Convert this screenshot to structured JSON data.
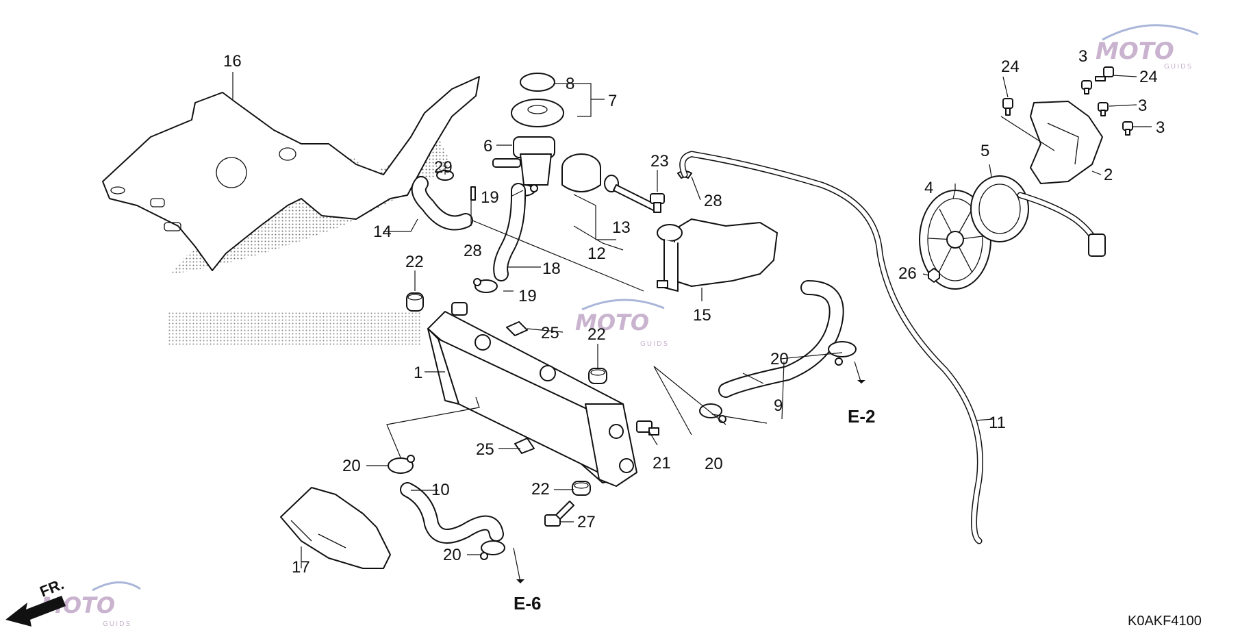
{
  "diagram": {
    "callouts": {
      "c1": "1",
      "c2": "2",
      "c3a": "3",
      "c3b": "3",
      "c3c": "3",
      "c4": "4",
      "c5": "5",
      "c6": "6",
      "c7": "7",
      "c8": "8",
      "c9": "9",
      "c10": "10",
      "c11": "11",
      "c12": "12",
      "c13": "13",
      "c14": "14",
      "c15": "15",
      "c16": "16",
      "c17": "17",
      "c18": "18",
      "c19a": "19",
      "c19b": "19",
      "c20a": "20",
      "c20b": "20",
      "c20c": "20",
      "c20d": "20",
      "c21": "21",
      "c22a": "22",
      "c22b": "22",
      "c22c": "22",
      "c23": "23",
      "c24a": "24",
      "c24b": "24",
      "c25a": "25",
      "c25b": "25",
      "c26": "26",
      "c27": "27",
      "c28a": "28",
      "c28b": "28",
      "c29": "29"
    },
    "references": {
      "e2": "E-2",
      "e6": "E-6"
    },
    "diagram_code": "K0AKF4100",
    "front_indicator": "FR.",
    "watermark": {
      "brand": "MOTO",
      "sub": "GUIDS",
      "color": "#c9b3cf"
    }
  }
}
